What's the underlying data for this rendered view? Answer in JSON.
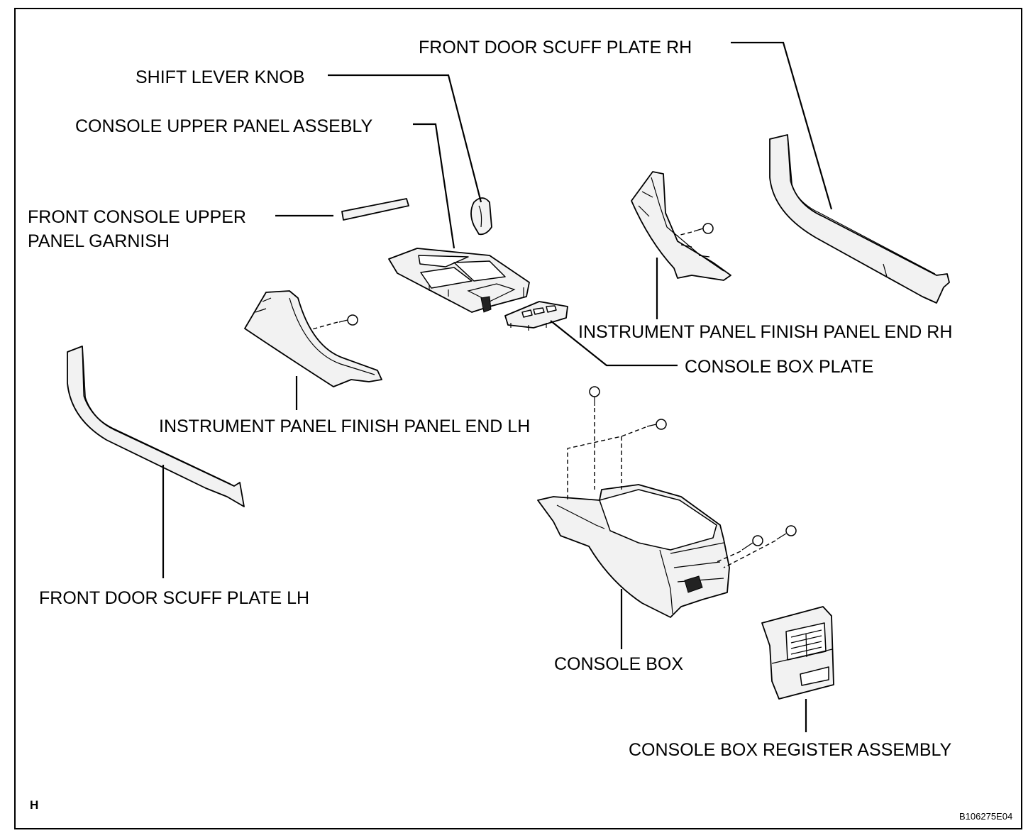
{
  "labels": {
    "front_door_scuff_plate_rh": "FRONT DOOR SCUFF PLATE RH",
    "shift_lever_knob": "SHIFT LEVER KNOB",
    "console_upper_panel_assebly": "CONSOLE UPPER PANEL ASSEBLY",
    "front_console_upper_panel_garnish_line1": "FRONT CONSOLE UPPER",
    "front_console_upper_panel_garnish_line2": "PANEL GARNISH",
    "instrument_panel_finish_panel_end_rh": "INSTRUMENT PANEL FINISH PANEL END RH",
    "console_box_plate": "CONSOLE BOX PLATE",
    "instrument_panel_finish_panel_end_lh": "INSTRUMENT PANEL FINISH PANEL END LH",
    "front_door_scuff_plate_lh": "FRONT DOOR SCUFF PLATE LH",
    "console_box": "CONSOLE BOX",
    "console_box_register_assembly": "CONSOLE BOX REGISTER ASSEMBLY"
  },
  "corner_letter": "H",
  "figure_code": "B106275E04",
  "colors": {
    "line": "#000000",
    "background": "#ffffff",
    "part_fill": "#f2f2f2"
  }
}
